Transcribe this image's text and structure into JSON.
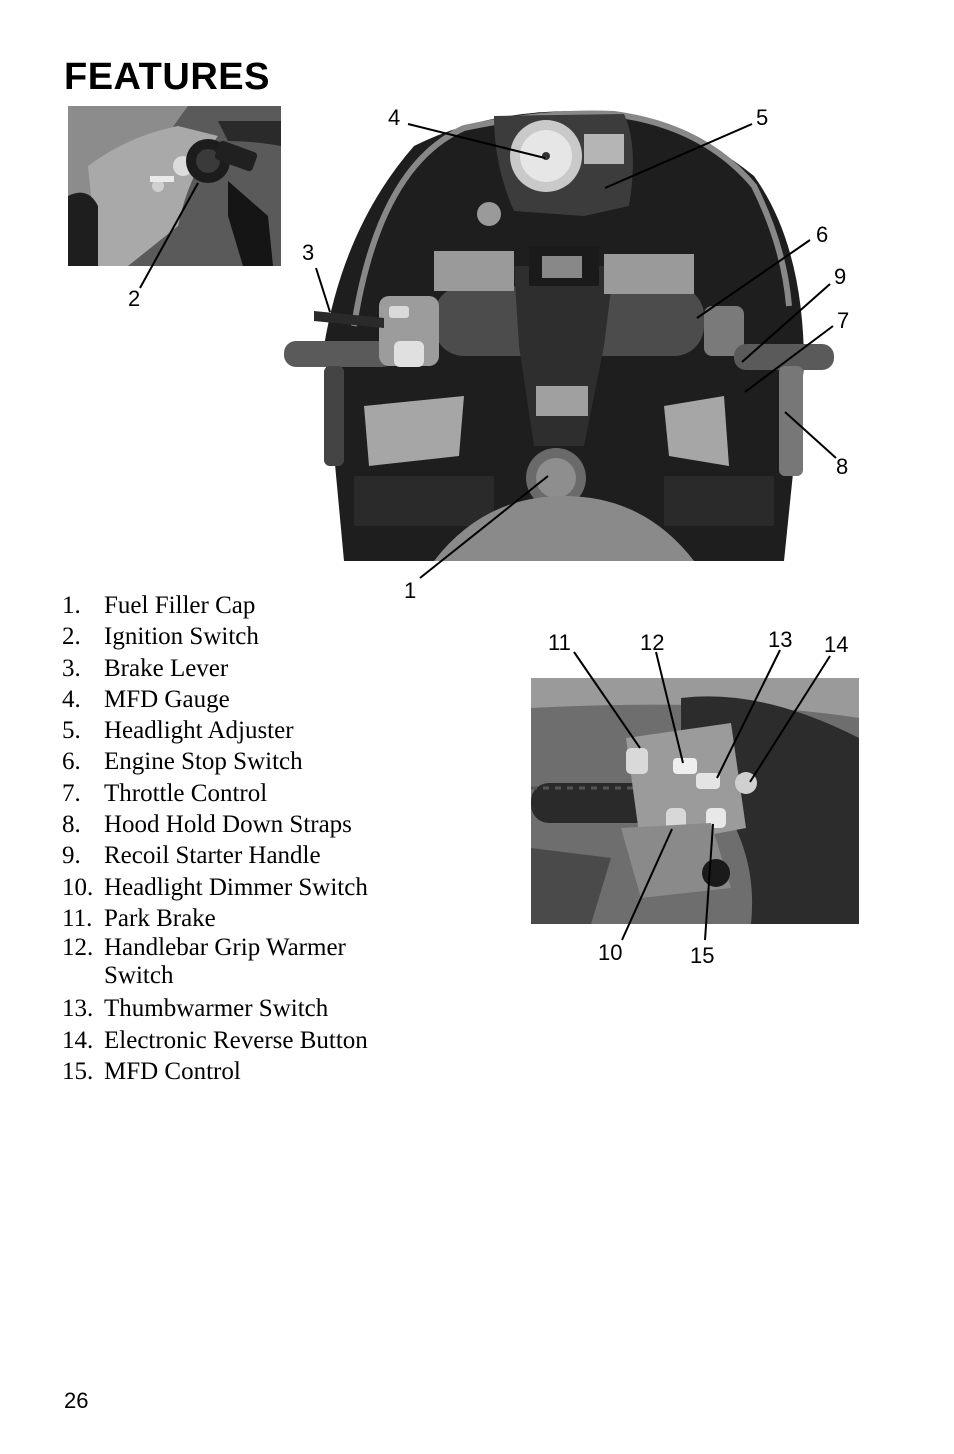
{
  "page": {
    "title": "FEATURES",
    "page_number": "26"
  },
  "callouts": {
    "c1": "1",
    "c2": "2",
    "c3": "3",
    "c4": "4",
    "c5": "5",
    "c6": "6",
    "c7": "7",
    "c8": "8",
    "c9": "9",
    "c10": "10",
    "c11": "11",
    "c12": "12",
    "c13": "13",
    "c14": "14",
    "c15": "15"
  },
  "legend": [
    {
      "num": "1.",
      "label": "Fuel Filler Cap"
    },
    {
      "num": "2.",
      "label": "Ignition Switch"
    },
    {
      "num": "3.",
      "label": "Brake Lever"
    },
    {
      "num": "4.",
      "label": "MFD Gauge"
    },
    {
      "num": "5.",
      "label": "Headlight Adjuster"
    },
    {
      "num": "6.",
      "label": "Engine Stop Switch"
    },
    {
      "num": "7.",
      "label": "Throttle Control"
    },
    {
      "num": "8.",
      "label": "Hood Hold Down Straps"
    },
    {
      "num": "9.",
      "label": "Recoil Starter Handle"
    },
    {
      "num": "10.",
      "label": "Headlight Dimmer Switch"
    },
    {
      "num": "11.",
      "label": "Park Brake"
    },
    {
      "num": "12.",
      "label": "Handlebar Grip Warmer Switch"
    },
    {
      "num": "13.",
      "label": "Thumbwarmer Switch"
    },
    {
      "num": "14.",
      "label": "Electronic Reverse Button"
    },
    {
      "num": "15.",
      "label": "MFD Control"
    }
  ]
}
